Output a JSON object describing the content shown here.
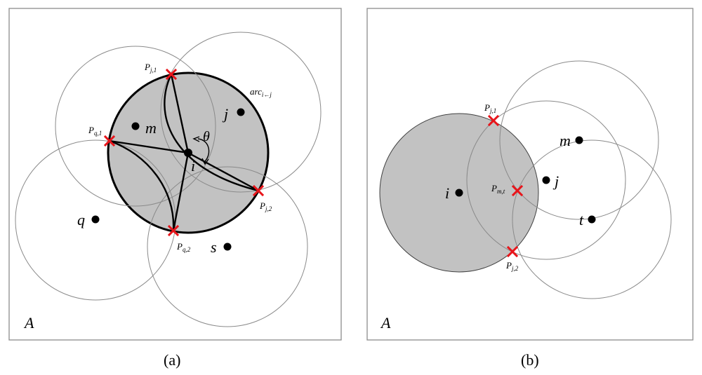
{
  "panel_a": {
    "region_label": "A",
    "caption": "(a)",
    "nodes": {
      "i": "i",
      "j": "j",
      "m": "m",
      "q": "q",
      "s": "s"
    },
    "points": {
      "pj1": "P",
      "pj1_sub": "j,1",
      "pj2": "P",
      "pj2_sub": "j,2",
      "pq1": "P",
      "pq1_sub": "q,1",
      "pq2": "P",
      "pq2_sub": "q,2"
    },
    "arc_label": "arc",
    "arc_sub": "i←j",
    "angle_label": "θ"
  },
  "panel_b": {
    "region_label": "A",
    "caption": "(b)",
    "nodes": {
      "i": "i",
      "j": "j",
      "m": "m",
      "t": "t"
    },
    "points": {
      "pj1": "P",
      "pj1_sub": "j,1",
      "pmt": "P",
      "pmt_sub": "m,t",
      "pj2": "P",
      "pj2_sub": "j,2"
    }
  },
  "colors": {
    "shade": "#c2c2c2",
    "cross": "#e8141a",
    "outline": "#8a8a8a"
  }
}
